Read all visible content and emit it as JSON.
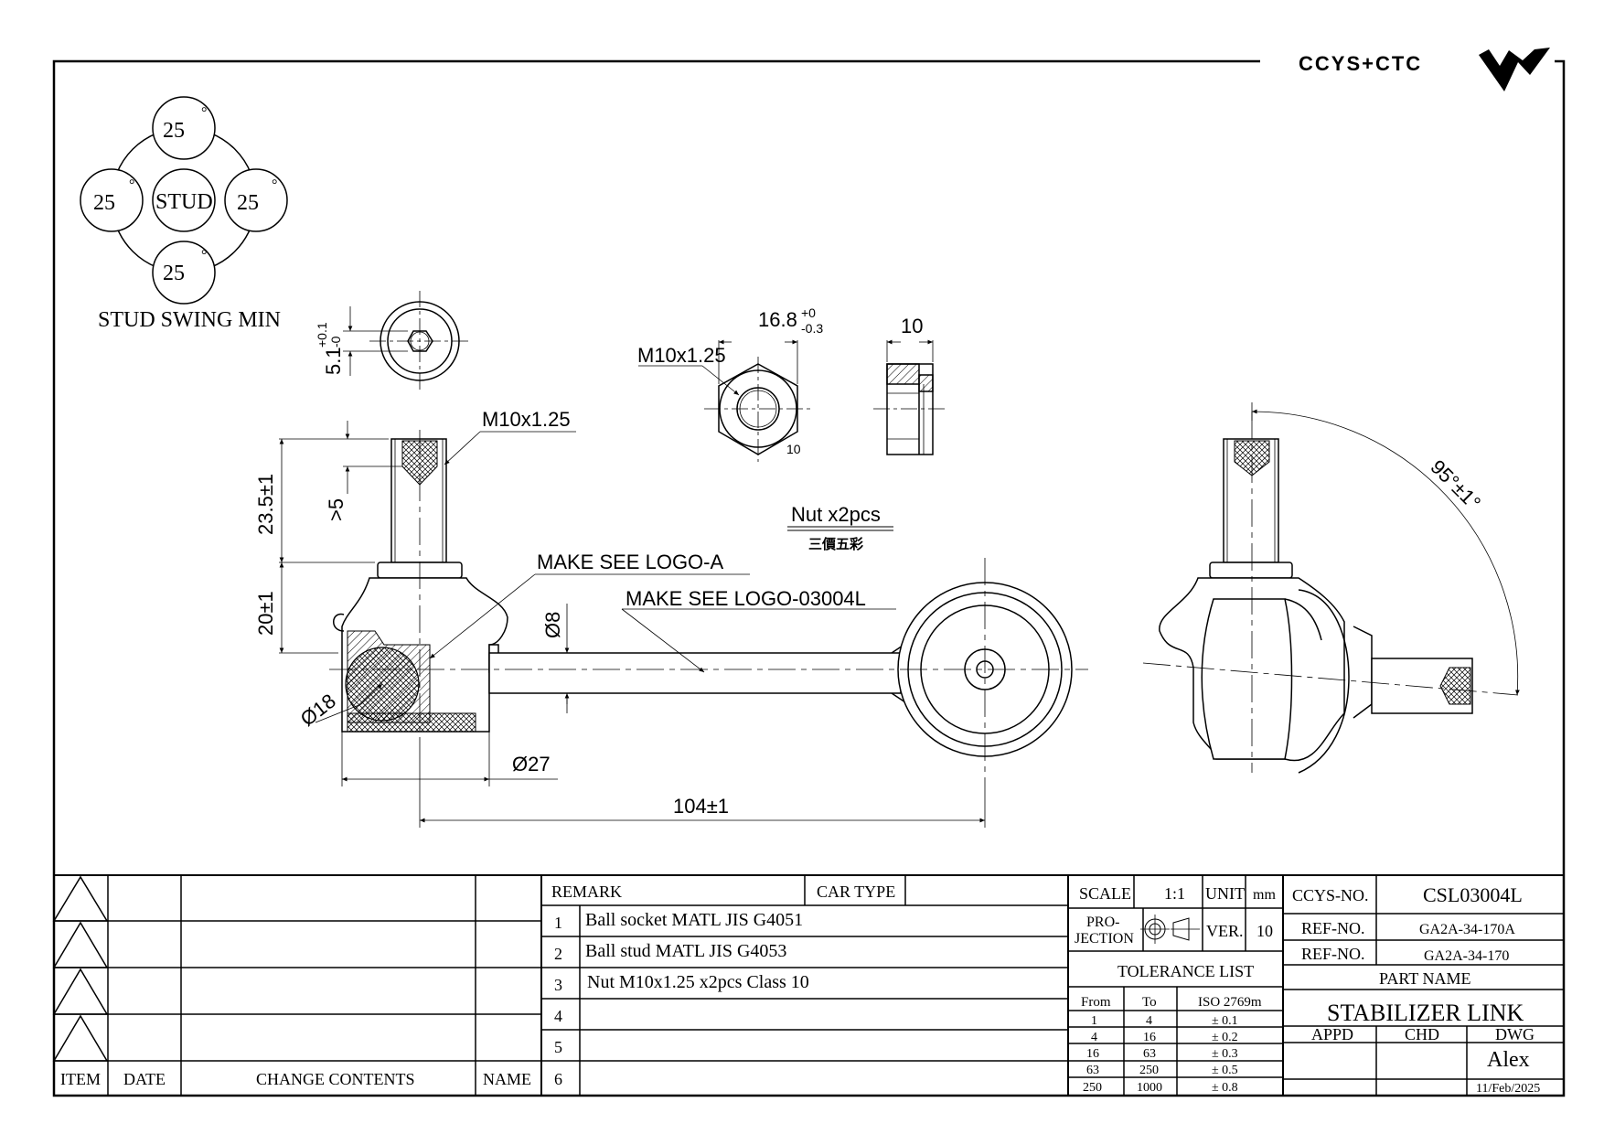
{
  "brand": {
    "text": "CCYS+CTC"
  },
  "swing": {
    "top": "25",
    "left": "25",
    "right": "25",
    "bottom": "25",
    "center": "STUD",
    "deg": "°",
    "title": "STUD SWING MIN"
  },
  "dims": {
    "hex_depth": "5.1",
    "hex_depth_tol_upper": "+0.1",
    "hex_depth_tol_lower": "-0",
    "thread_top": "M10x1.25",
    "stud_len": "23.5±1",
    "hex_min": ">5",
    "body_h": "20±1",
    "ball_dia": "Ø18",
    "socket_dia": "Ø27",
    "bar_dia": "Ø8",
    "center_dist": "104±1",
    "nut_width": "16.8",
    "nut_tol_upper": "+0",
    "nut_tol_lower": "-0.3",
    "nut_thread": "M10x1.25",
    "nut_thick": "10",
    "nut_grade": "10",
    "angle": "95°±1°"
  },
  "notes": {
    "logo_a": "MAKE SEE LOGO-A",
    "logo_b": "MAKE SEE LOGO-03004L",
    "nut_qty": "Nut x2pcs",
    "nut_sub": "三價五彩"
  },
  "revision": {
    "headers": [
      "ITEM",
      "DATE",
      "CHANGE CONTENTS",
      "NAME"
    ]
  },
  "remarks": {
    "title": "REMARK",
    "car_type": "CAR TYPE",
    "rows": [
      {
        "no": "1",
        "text": "Ball socket MATL JIS G4051"
      },
      {
        "no": "2",
        "text": "Ball stud MATL JIS G4053"
      },
      {
        "no": "3",
        "text": "Nut M10x1.25 x2pcs Class 10"
      },
      {
        "no": "4",
        "text": ""
      },
      {
        "no": "5",
        "text": ""
      },
      {
        "no": "6",
        "text": ""
      }
    ]
  },
  "meta": {
    "scale_label": "SCALE",
    "scale": "1:1",
    "unit_label": "UNIT",
    "unit": "mm",
    "projection_label": "PRO-\nJECTION",
    "ver_label": "VER.",
    "ver": "10",
    "tolerance_title": "TOLERANCE LIST",
    "tol_headers": [
      "From",
      "To",
      "ISO 2769m"
    ],
    "tol_rows": [
      [
        "1",
        "4",
        "± 0.1"
      ],
      [
        "4",
        "16",
        "± 0.2"
      ],
      [
        "16",
        "63",
        "± 0.3"
      ],
      [
        "63",
        "250",
        "± 0.5"
      ],
      [
        "250",
        "1000",
        "± 0.8"
      ]
    ],
    "ccys_no_label": "CCYS-NO.",
    "ccys_no": "CSL03004L",
    "ref1_label": "REF-NO.",
    "ref1": "GA2A-34-170A",
    "ref2_label": "REF-NO.",
    "ref2": "GA2A-34-170",
    "part_name_label": "PART NAME",
    "part_name": "STABILIZER LINK",
    "appd": "APPD",
    "chd": "CHD",
    "dwg": "DWG",
    "drawer": "Alex",
    "date": "11/Feb/2025"
  }
}
